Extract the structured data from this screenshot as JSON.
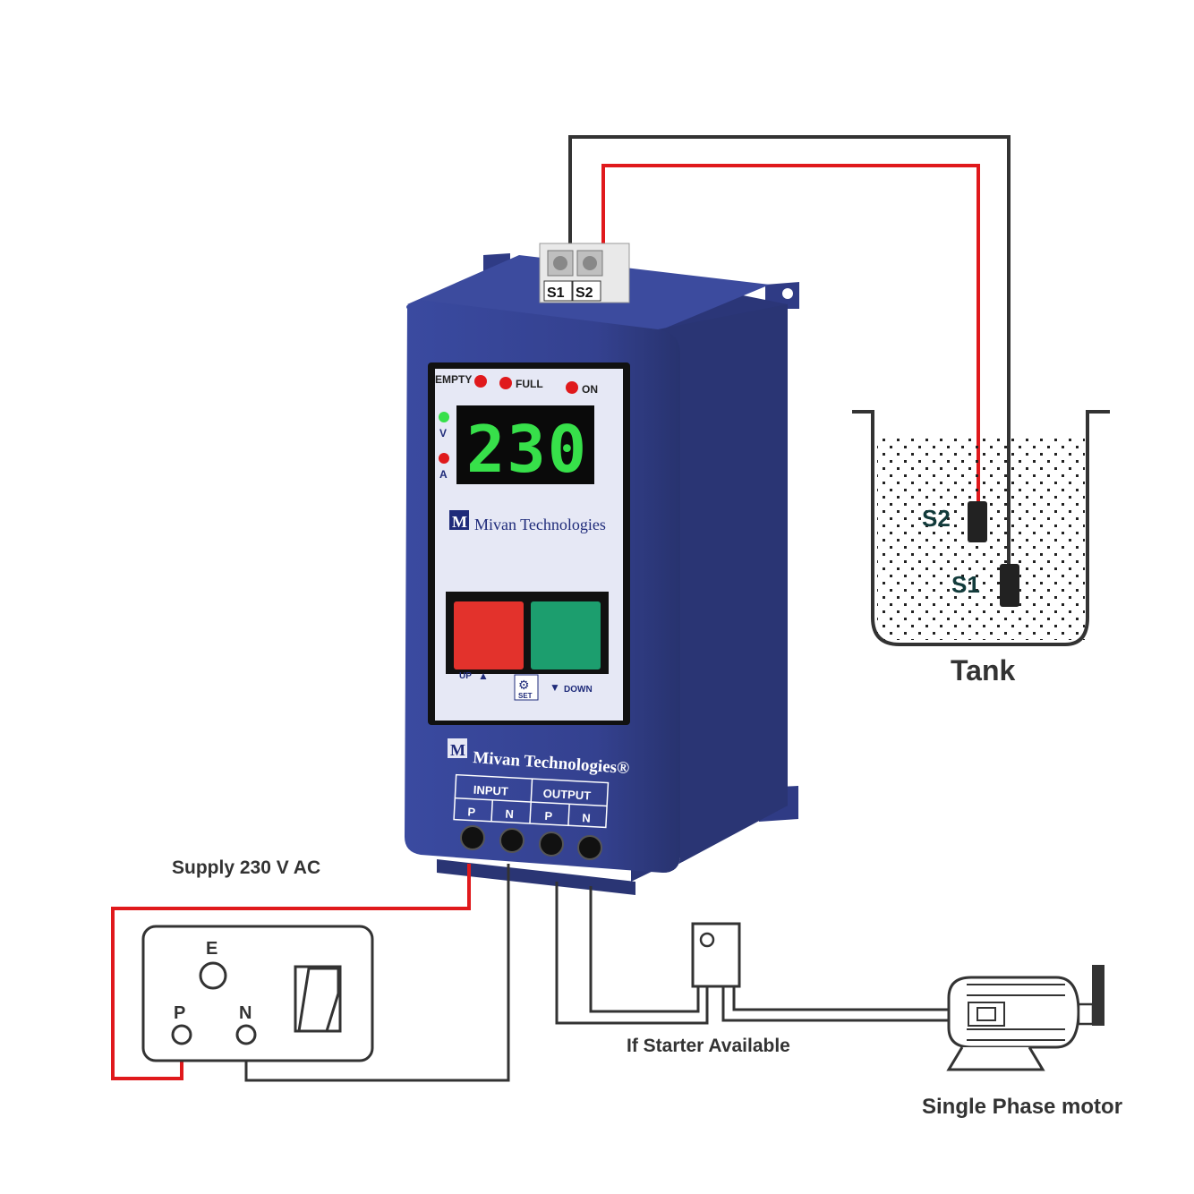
{
  "device": {
    "terminals_top": [
      "S1",
      "S2"
    ],
    "indicators": [
      "EMPTY",
      "FULL",
      "ON"
    ],
    "side_indicators": [
      "V",
      "A"
    ],
    "display_value": "230",
    "brand": "Mivan Technologies",
    "brand_reg": "Mivan Technologies®",
    "buttons": {
      "up": "UP",
      "set": "SET",
      "down": "DOWN"
    },
    "io_groups": [
      "INPUT",
      "OUTPUT"
    ],
    "io_terms": [
      "P",
      "N",
      "P",
      "N"
    ]
  },
  "tank": {
    "label": "Tank",
    "sensors": [
      "S2",
      "S1"
    ]
  },
  "supply": {
    "label": "Supply 230 V AC",
    "socket_terms": [
      "E",
      "P",
      "N"
    ]
  },
  "starter": {
    "label": "If Starter Available"
  },
  "motor": {
    "label": "Single Phase motor"
  },
  "colors": {
    "body": "#34418f",
    "wire_red": "#e0191c",
    "wire_dark": "#333333",
    "led_green": "#37e04a"
  }
}
